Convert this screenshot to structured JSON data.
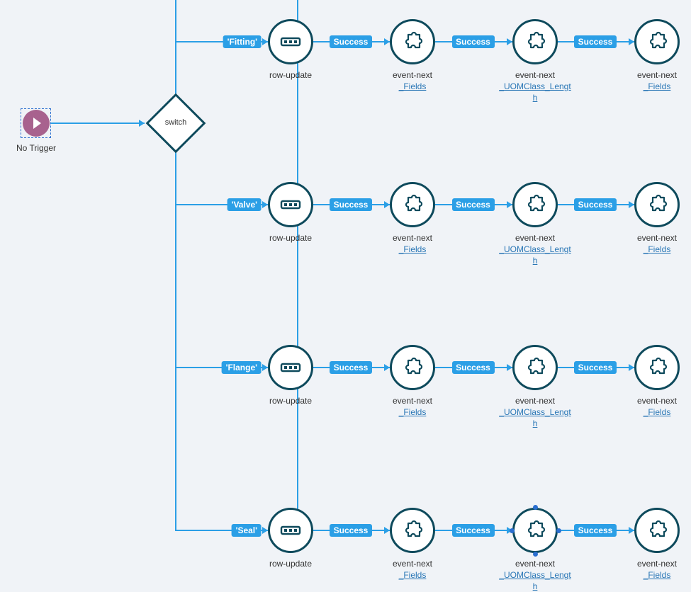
{
  "trigger": {
    "label": "No Trigger"
  },
  "switch": {
    "label": "switch"
  },
  "edge_label": "Success",
  "rows": [
    {
      "case": "'Fitting'"
    },
    {
      "case": "'Valve'"
    },
    {
      "case": "'Flange'"
    },
    {
      "case": "'Seal'"
    }
  ],
  "nodes": [
    {
      "type": "row-update",
      "icon": "three-dots-icon",
      "label": "row-update",
      "link": ""
    },
    {
      "type": "event-next",
      "icon": "puzzle-piece-icon",
      "label": "event-next",
      "link": "_Fields"
    },
    {
      "type": "event-next",
      "icon": "puzzle-piece-icon",
      "label": "event-next",
      "link": "_UOMClass_Length"
    },
    {
      "type": "event-next",
      "icon": "puzzle-piece-icon",
      "label": "event-next",
      "link": "_Fields"
    }
  ],
  "selected_node": {
    "row": 3,
    "column": 2
  },
  "colors": {
    "edge": "#2b9fe6",
    "node_border": "#0e4a5c",
    "trigger": "#a8628e",
    "link": "#2a77b6",
    "background": "#f0f3f7"
  }
}
